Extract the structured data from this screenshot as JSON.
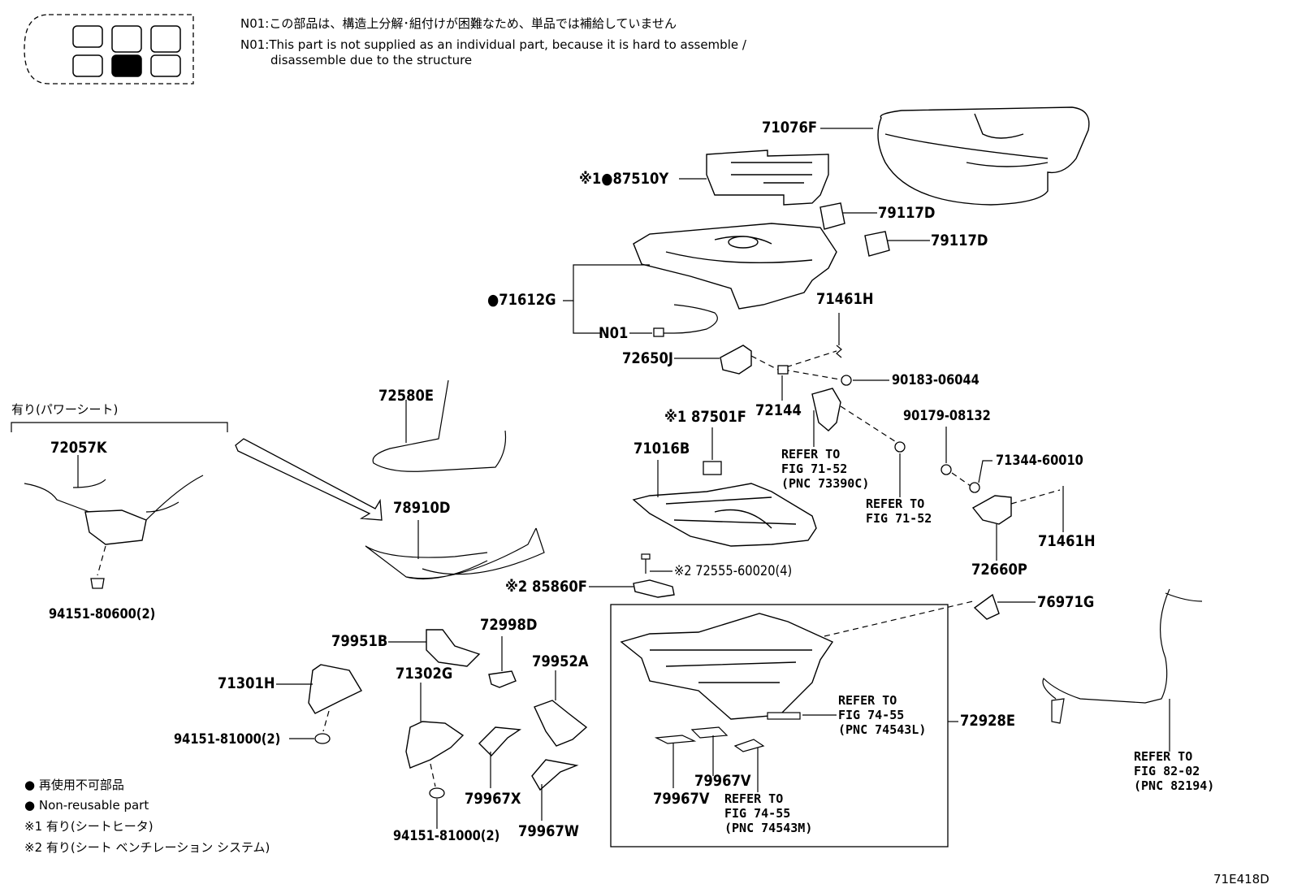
{
  "header": {
    "note_jp": "N01:この部品は、構造上分解･組付けが困難なため、単品では補給していません",
    "note_en_line1": "N01:This part is not supplied as an individual part, because it is hard to assemble /",
    "note_en_line2": "disassemble due to the structure"
  },
  "parts": {
    "p71076F": "71076F",
    "p87510Y": "※1●87510Y",
    "p79117D_a": "79117D",
    "p79117D_b": "79117D",
    "p71612G": "●71612G",
    "pN01": "N01",
    "p71461H_a": "71461H",
    "p72650J": "72650J",
    "p90183": "90183-06044",
    "p72144": "72144",
    "p90179": "90179-08132",
    "p71344": "71344-60010",
    "p87501F": "※1 87501F",
    "p71016B": "71016B",
    "p72580E": "72580E",
    "p72057K": "72057K",
    "p78910D": "78910D",
    "p72555": "※2 72555-60020(4)",
    "p85860F": "※2 85860F",
    "p71461H_b": "71461H",
    "p72660P": "72660P",
    "p76971G": "76971G",
    "p94151_80600": "94151-80600(2)",
    "p79951B": "79951B",
    "p72998D": "72998D",
    "p71301H": "71301H",
    "p71302G": "71302G",
    "p79952A": "79952A",
    "p94151_81000_a": "94151-81000(2)",
    "p94151_81000_b": "94151-81000(2)",
    "p79967X": "79967X",
    "p79967W": "79967W",
    "p79967V_a": "79967V",
    "p79967V_b": "79967V",
    "p72928E": "72928E"
  },
  "refs": {
    "r73390C": "REFER TO\nFIG 71-52\n(PNC 73390C)",
    "r7152": "REFER TO\nFIG 71-52",
    "r74543L": "REFER TO\nFIG 74-55\n(PNC 74543L)",
    "r74543M": "REFER TO\nFIG 74-55\n(PNC 74543M)",
    "r82194": "REFER TO\nFIG 82-02\n(PNC 82194)"
  },
  "power_seat_label": "有り(パワーシート)",
  "legend": {
    "line1": "● 再使用不可部品",
    "line2": "● Non-reusable part",
    "line3": "※1 有り(シートヒータ)",
    "line4": "※2 有り(シート ベンチレーション システム)"
  },
  "figure_id": "71E418D"
}
